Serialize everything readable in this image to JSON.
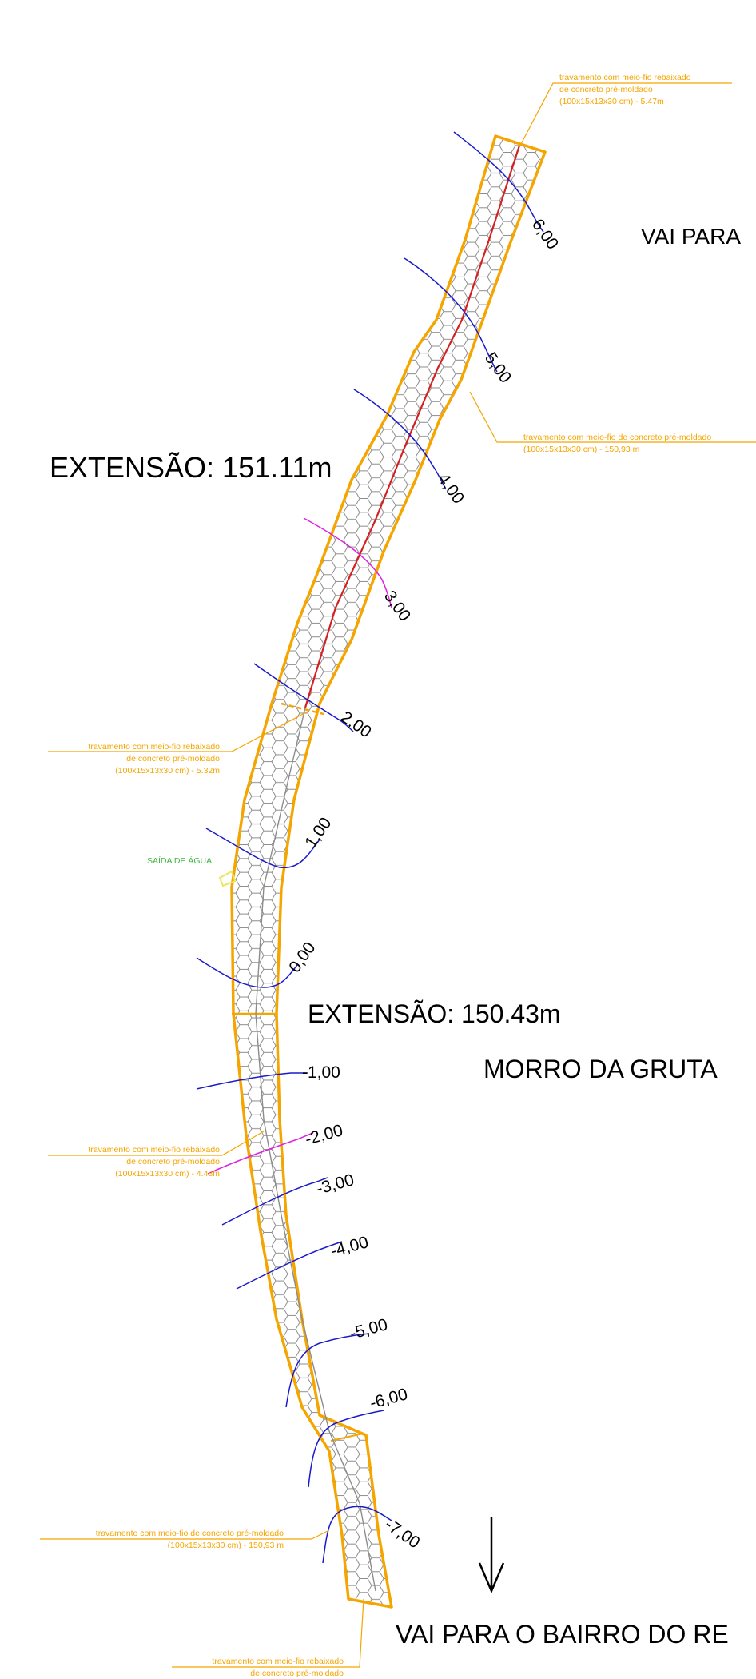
{
  "labels": {
    "extension_top": "EXTENSÃO: 151.11m",
    "extension_bottom": "EXTENSÃO: 150.43m",
    "goes_to_top": "VAI PARA",
    "locality": "MORRO DA GRUTA",
    "goes_to_bottom": "VAI PARA O BAIRRO DO RE",
    "water_outlet": "SAÍDA DE ÁGUA"
  },
  "callouts": {
    "top_right": [
      "travamento com meio-fio rebaixado",
      "de concreto pré-moldado",
      "(100x15x13x30 cm) - 5.47m"
    ],
    "right_mid": [
      "travamento com meio-fio de concreto pré-moldado",
      "(100x15x13x30 cm) - 150,93 m"
    ],
    "left_upper": [
      "travamento com meio-fio rebaixado",
      "de concreto pré-moldado",
      "(100x15x13x30 cm) - 5.32m"
    ],
    "left_lower": [
      "travamento com meio-fio rebaixado",
      "de concreto pré-moldado",
      "(100x15x13x30 cm) - 4.48m"
    ],
    "left_bottom": [
      "travamento com meio-fio de concreto pré-moldado",
      "(100x15x13x30 cm) - 150,93 m"
    ],
    "bottom": [
      "travamento com meio-fio rebaixado",
      "de concreto pré-moldado"
    ]
  },
  "contours": [
    "6,00",
    "5,00",
    "4,00",
    "3,00",
    "2,00",
    "1,00",
    "0,00",
    "-1,00",
    "-2,00",
    "-3,00",
    "-4,00",
    "-5,00",
    "-6,00",
    "-7,00"
  ],
  "colors": {
    "road_outline": "#f5a500",
    "paving": "#8c8c8c",
    "contour": "#1a1acc",
    "contour_highlight": "#e020e0",
    "axis": "#d42020",
    "water": "#3fb53f"
  }
}
